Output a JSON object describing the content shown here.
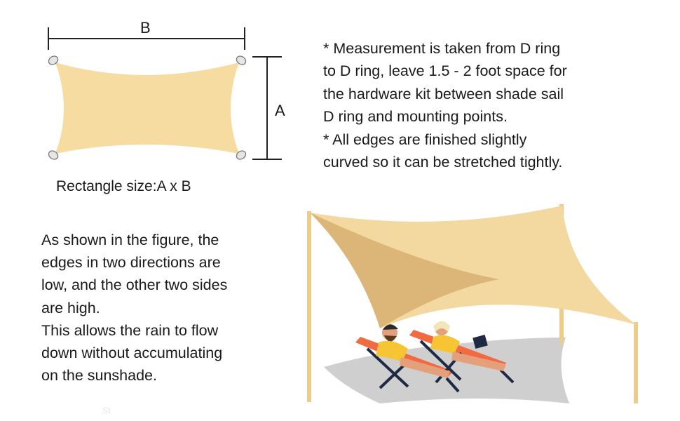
{
  "diagram": {
    "label_width": "B",
    "label_height": "A",
    "caption": "Rectangle size:A x B",
    "sail_color": "#f6dca0",
    "ring_color": "#d9d9d9"
  },
  "notes_right": [
    "* Measurement is taken from D ring",
    "to D ring, leave 1.5 - 2 foot space for",
    "the hardware kit between shade sail",
    "D ring and mounting points.",
    "* All edges are finished slightly",
    "curved so it can be stretched tightly."
  ],
  "notes_left": [
    "As shown in the figure, the",
    "edges in two directions are",
    "low, and the other two sides",
    "are high.",
    "This allows the rain to flow",
    "down without accumulating",
    "on the sunshade."
  ],
  "faint_mark": "St",
  "scene_colors": {
    "sail_light": "#f3d9a0",
    "sail_shadow": "#dcb679",
    "pole": "#eccc8c",
    "ground": "#cfcfcf",
    "chair": "#f26a42",
    "shirt": "#f7c533"
  }
}
